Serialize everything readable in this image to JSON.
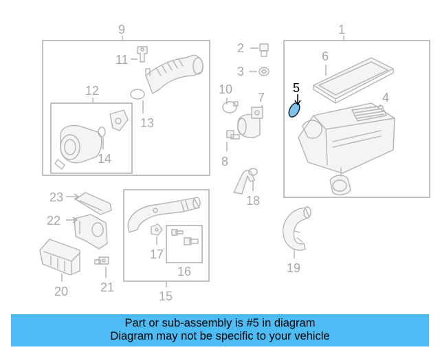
{
  "diagram": {
    "callouts": {
      "c1": "1",
      "c2": "2",
      "c3": "3",
      "c4": "4",
      "c5": "5",
      "c6": "6",
      "c7": "7",
      "c8": "8",
      "c9": "9",
      "c10": "10",
      "c11": "11",
      "c12": "12",
      "c13": "13",
      "c14": "14",
      "c15": "15",
      "c16": "16",
      "c17": "17",
      "c18": "18",
      "c19": "19",
      "c20": "20",
      "c21": "21",
      "c22": "22",
      "c23": "23"
    },
    "highlighted_part": "5",
    "highlight_color": "#7fc4ee",
    "line_color": "#b0b0b0"
  },
  "banner": {
    "line1": "Part or sub-assembly is #5 in diagram",
    "line2": "Diagram may not be specific to your vehicle",
    "background": "#4dbcf4"
  }
}
